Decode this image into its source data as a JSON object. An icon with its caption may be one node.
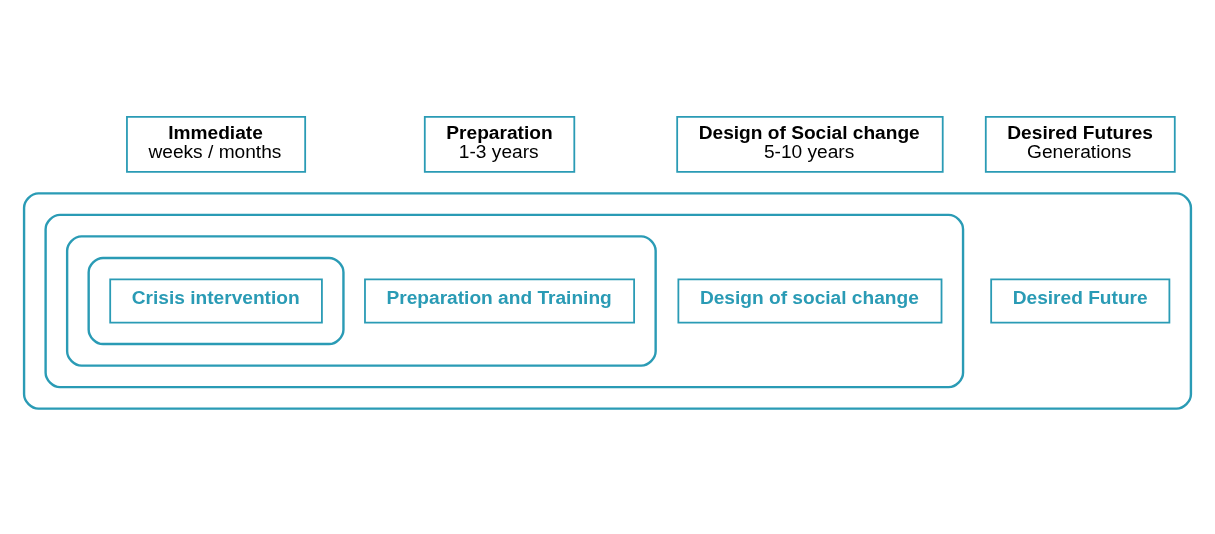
{
  "diagram": {
    "nodes": [
      {
        "text": [],
        "shape": "ellipse"
      },
      {
        "text": [
          "Desired Future"
        ],
        "in": 0
      },
      {
        "text": [],
        "shape": "ellipse",
        "in": 0
      },
      {
        "text": [
          "Design of social change"
        ],
        "in": 2
      },
      {
        "text": [],
        "shape": "ellipse",
        "in": 2
      },
      {
        "text": [
          "Preparation and Training"
        ],
        "in": 4
      },
      {
        "text": [],
        "shape": "ellipse",
        "in": 4
      },
      {
        "text": [
          "Crisis intervention"
        ],
        "in": 6
      },
      {
        "text": [
          "Immediate",
          "weeks / months"
        ]
      },
      {
        "text": [
          "Preparation",
          "1-3 years"
        ]
      },
      {
        "text": [
          "Design of Social change",
          "5-10 years"
        ]
      },
      {
        "text": [
          "Desired Futures",
          "Generations"
        ]
      }
    ],
    "edges": []
  }
}
